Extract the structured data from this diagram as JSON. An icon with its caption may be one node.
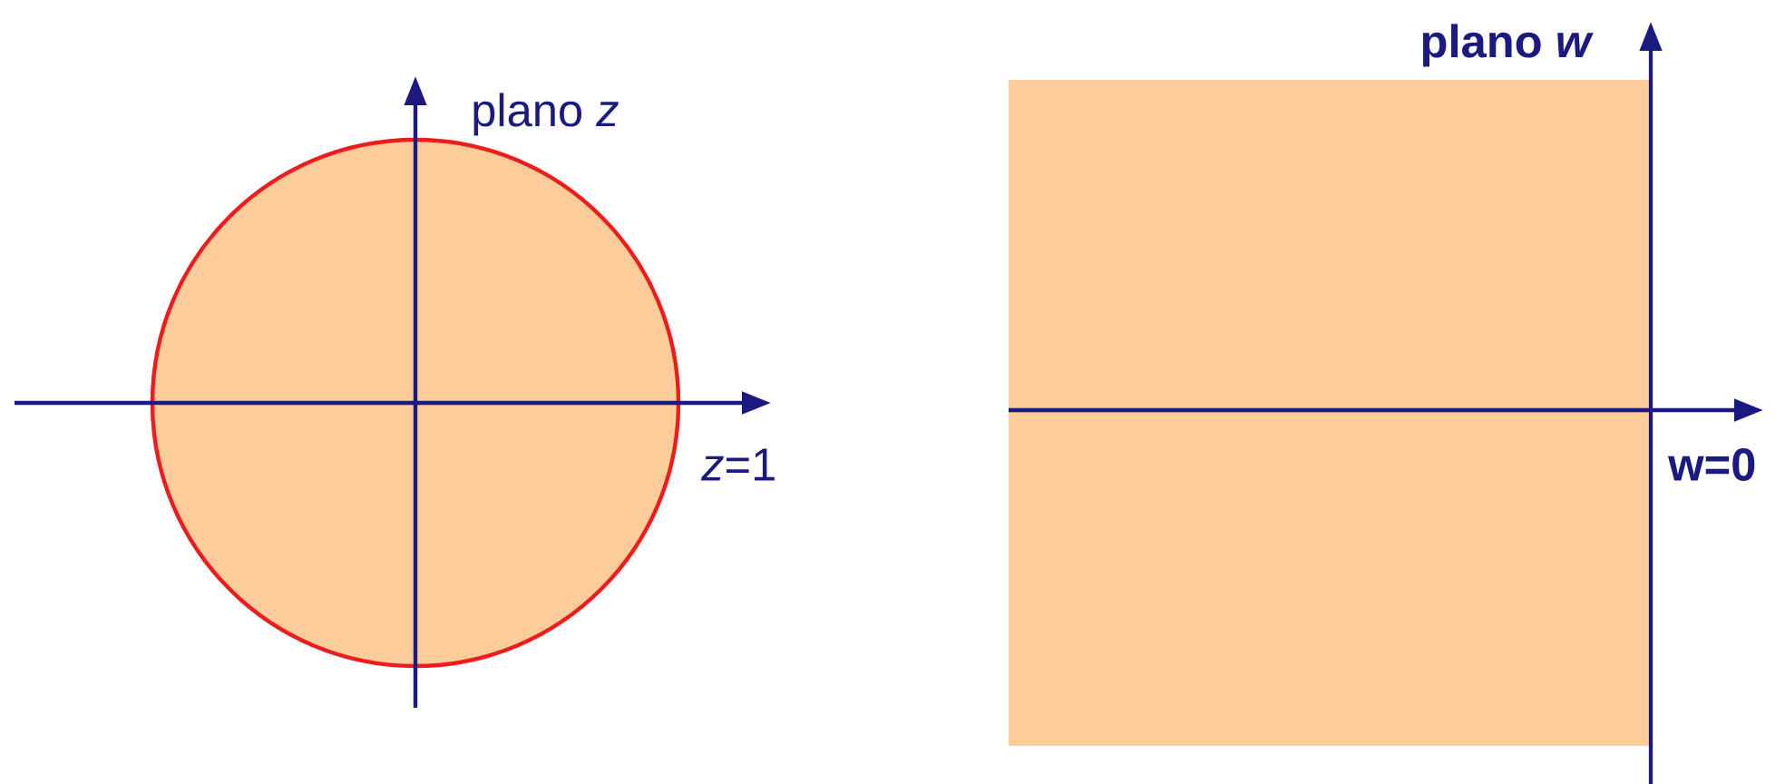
{
  "diagram": {
    "labels": [
      "plano *z*",
      "*z*=1",
      "plano *w*",
      "w=0"
    ]
  }
}
